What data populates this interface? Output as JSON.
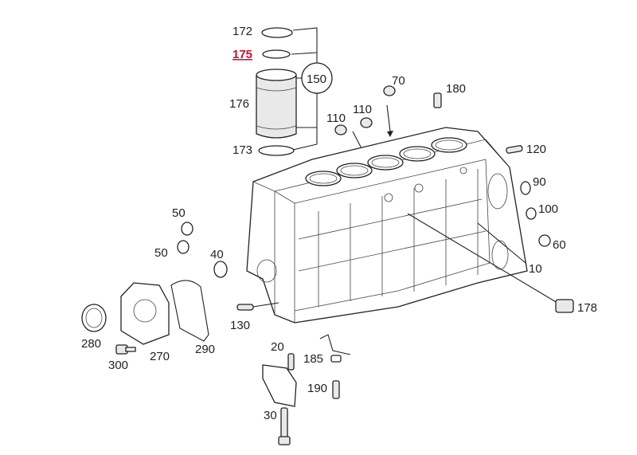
{
  "callouts": [
    {
      "id": "l172",
      "text": "172"
    },
    {
      "id": "l175",
      "text": "175",
      "highlight": true
    },
    {
      "id": "l150",
      "text": "150"
    },
    {
      "id": "l176",
      "text": "176"
    },
    {
      "id": "l173",
      "text": "173"
    },
    {
      "id": "l70",
      "text": "70"
    },
    {
      "id": "l180",
      "text": "180"
    },
    {
      "id": "l110a",
      "text": "110"
    },
    {
      "id": "l110b",
      "text": "110"
    },
    {
      "id": "l120",
      "text": "120"
    },
    {
      "id": "l90",
      "text": "90"
    },
    {
      "id": "l100",
      "text": "100"
    },
    {
      "id": "l60",
      "text": "60"
    },
    {
      "id": "l10",
      "text": "10"
    },
    {
      "id": "l178",
      "text": "178"
    },
    {
      "id": "l50a",
      "text": "50"
    },
    {
      "id": "l50b",
      "text": "50"
    },
    {
      "id": "l40",
      "text": "40"
    },
    {
      "id": "l130",
      "text": "130"
    },
    {
      "id": "l280",
      "text": "280"
    },
    {
      "id": "l270",
      "text": "270"
    },
    {
      "id": "l290",
      "text": "290"
    },
    {
      "id": "l300",
      "text": "300"
    },
    {
      "id": "l20",
      "text": "20"
    },
    {
      "id": "l185",
      "text": "185"
    },
    {
      "id": "l190",
      "text": "190"
    },
    {
      "id": "l30",
      "text": "30"
    }
  ],
  "colors": {
    "highlight": "#c8102e",
    "ink": "#222222"
  }
}
